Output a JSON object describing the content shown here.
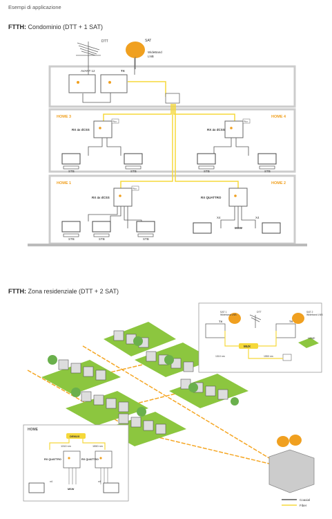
{
  "header": "Esempi di applicazione",
  "section1": {
    "prefix": "FTTH:",
    "title": "Condominio (DTT + 1 SAT)"
  },
  "section2": {
    "prefix": "FTTH:",
    "title": "Zona residenziale (DTT + 2 SAT)"
  },
  "diagram1": {
    "dtt": "DTT",
    "sat": "SAT",
    "lnb": "WideBand",
    "lnb2": "LNB",
    "avant": "AVANT 12",
    "tx": "TX",
    "homes": [
      "HOME 3",
      "HOME 4",
      "HOME 1",
      "HOME 2"
    ],
    "rx_dcss": "RX 4x dCSS",
    "rx_quattro": "RX QUATTRO",
    "plus": "Plus",
    "stb": "STB",
    "x4": "X4",
    "msw": "MSW"
  },
  "diagram2": {
    "sat1": "SAT 1",
    "sat2": "SAT 2",
    "wideband_lnb": "Wideband LNB",
    "dtt": "DTT",
    "tx": "TX",
    "mux": "MUX",
    "nm1310": "1310 nm",
    "nm1550": "1550 nm",
    "home": "HOME",
    "demux": "DEMUX",
    "rx_quattro": "RX QUATTRO",
    "x4": "x4",
    "msw": "MSW"
  },
  "legend": {
    "coaxial": "Coaxial",
    "fiber": "Fiber"
  },
  "colors": {
    "fiber": "#f5d83a",
    "coaxial": "#333333",
    "home_label": "#f0a020",
    "dish": "#f0a020",
    "lawn": "#8cc63f",
    "house_roof": "#555555"
  }
}
